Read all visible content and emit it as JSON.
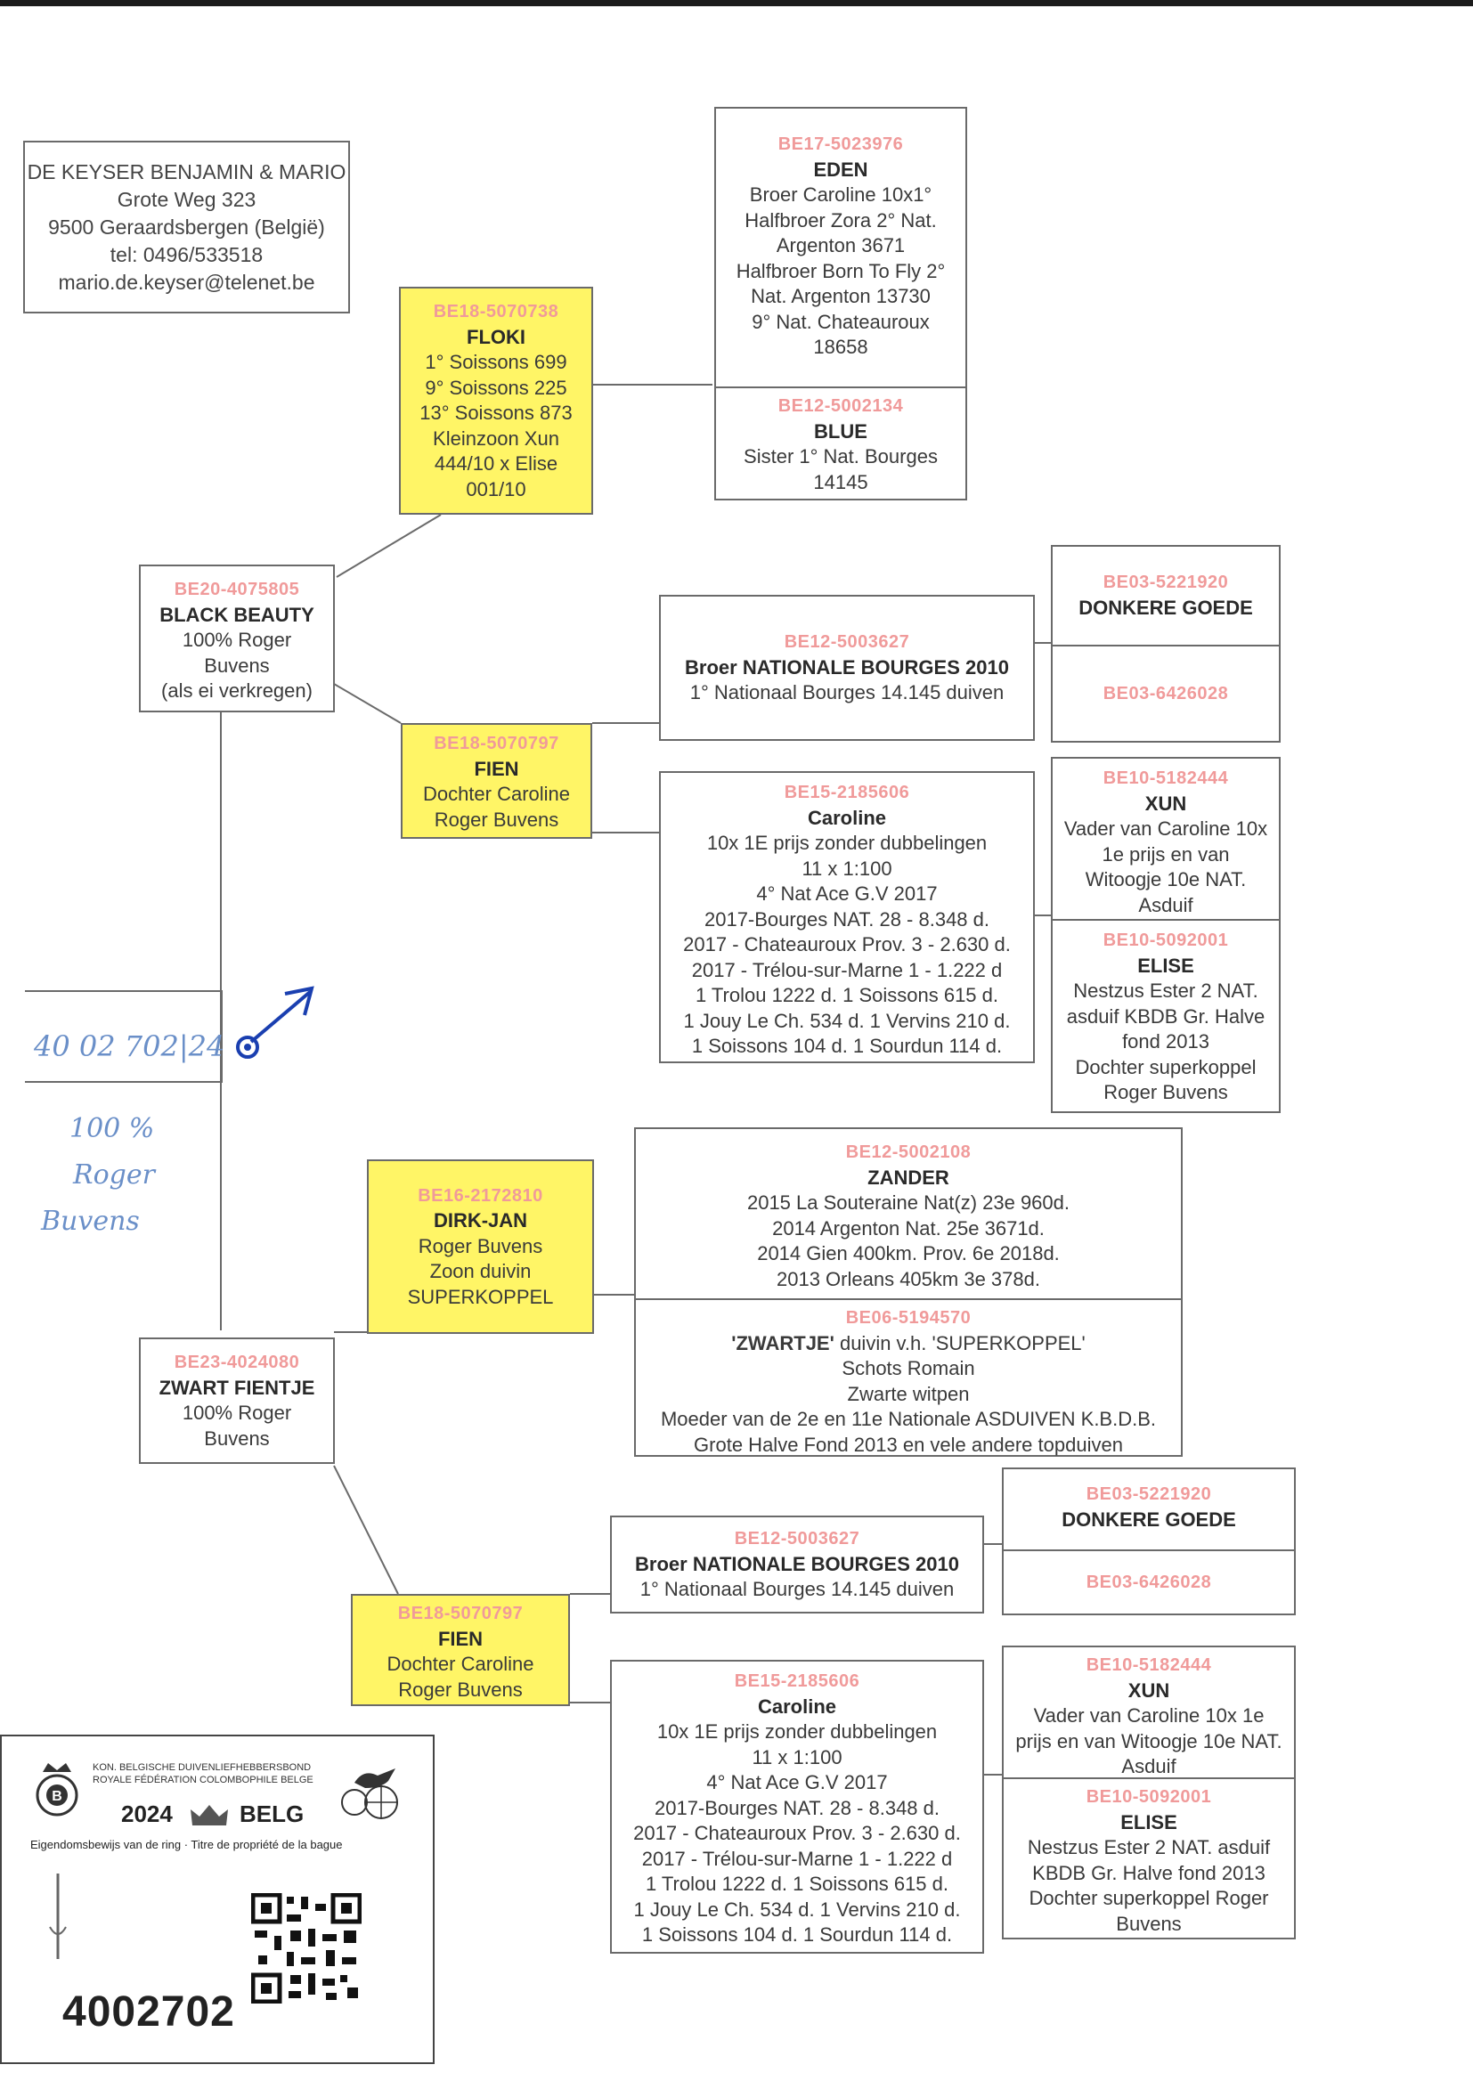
{
  "breeder": {
    "name": "DE KEYSER BENJAMIN & MARIO",
    "street": "Grote Weg 323",
    "city": "9500 Geraardsbergen (België)",
    "tel": "tel: 0496/533518",
    "email": "mario.de.keyser@telenet.be"
  },
  "pigeons": {
    "floki": {
      "ring": "BE18-5070738",
      "name": "FLOKI",
      "lines": [
        "1° Soissons 699",
        "9° Soissons 225",
        "13° Soissons 873",
        "Kleinzoon Xun",
        "444/10 x Elise",
        "001/10"
      ]
    },
    "eden": {
      "ring": "BE17-5023976",
      "name": "EDEN",
      "lines": [
        "Broer Caroline  10x1°",
        "Halfbroer Zora 2° Nat.",
        "Argenton 3671",
        "Halfbroer Born To Fly 2°",
        "Nat. Argenton 13730",
        "9° Nat. Chateauroux",
        "18658"
      ]
    },
    "blue": {
      "ring": "BE12-5002134",
      "name": "BLUE",
      "lines": [
        "Sister 1° Nat. Bourges",
        "14145"
      ]
    },
    "black_beauty": {
      "ring": "BE20-4075805",
      "name": "BLACK BEAUTY",
      "lines": [
        "100% Roger",
        "Buvens",
        "(als ei verkregen)"
      ]
    },
    "broer_nat_1": {
      "ring": "BE12-5003627",
      "name": "Broer NATIONALE BOURGES 2010",
      "lines": [
        "1° Nationaal Bourges 14.145 duiven"
      ]
    },
    "donkere_goede_1": {
      "ring": "BE03-5221920",
      "name": "DONKERE GOEDE",
      "ring2": "BE03-6426028"
    },
    "fien_1": {
      "ring": "BE18-5070797",
      "name": "FIEN",
      "lines": [
        "Dochter Caroline",
        "Roger Buvens"
      ]
    },
    "caroline_1": {
      "ring": "BE15-2185606",
      "name": "Caroline",
      "lines": [
        "10x 1E prijs zonder dubbelingen",
        "11 x 1:100",
        "4° Nat Ace G.V 2017",
        "2017-Bourges NAT. 28 - 8.348 d.",
        "2017 - Chateauroux Prov. 3 - 2.630 d.",
        "2017 - Trélou-sur-Marne 1 - 1.222 d",
        "1 Trolou 1222 d. 1 Soissons 615 d.",
        "1 Jouy Le Ch. 534 d. 1 Vervins 210 d.",
        "1 Soissons 104 d.  1 Sourdun 114 d."
      ]
    },
    "xun_1": {
      "ring": "BE10-5182444",
      "name": "XUN",
      "lines": [
        "Vader van Caroline 10x",
        "1e prijs en van",
        "Witoogje 10e NAT.",
        "Asduif"
      ]
    },
    "elise_1": {
      "ring": "BE10-5092001",
      "name": "ELISE",
      "lines": [
        "Nestzus Ester 2 NAT.",
        "asduif KBDB Gr. Halve",
        "fond 2013",
        "Dochter superkoppel",
        "Roger Buvens"
      ]
    },
    "dirk_jan": {
      "ring": "BE16-2172810",
      "name": "DIRK-JAN",
      "lines": [
        "Roger Buvens",
        "Zoon duivin",
        "SUPERKOPPEL"
      ]
    },
    "zander": {
      "ring": "BE12-5002108",
      "name": "ZANDER",
      "lines": [
        "2015 La Souteraine Nat(z) 23e 960d.",
        "2014 Argenton Nat. 25e 3671d.",
        "2014 Gien 400km. Prov. 6e 2018d.",
        "2013 Orleans 405km 3e 378d."
      ]
    },
    "zwartje": {
      "ring": "BE06-5194570",
      "name": "'ZWARTJE'",
      "name_suffix": " duivin v.h. 'SUPERKOPPEL'",
      "lines": [
        "Schots Romain",
        "Zwarte witpen",
        "Moeder van de 2e en 11e Nationale ASDUIVEN K.B.D.B.",
        "Grote Halve Fond 2013 en vele andere topduiven"
      ]
    },
    "zwart_fientje": {
      "ring": "BE23-4024080",
      "name": "ZWART FIENTJE",
      "lines": [
        "100% Roger",
        "Buvens"
      ]
    },
    "broer_nat_2": {
      "ring": "BE12-5003627",
      "name": "Broer NATIONALE BOURGES 2010",
      "lines": [
        "1° Nationaal Bourges 14.145 duiven"
      ]
    },
    "donkere_goede_2": {
      "ring": "BE03-5221920",
      "name": "DONKERE GOEDE",
      "ring2": "BE03-6426028"
    },
    "fien_2": {
      "ring": "BE18-5070797",
      "name": "FIEN",
      "lines": [
        "Dochter Caroline",
        "Roger Buvens"
      ]
    },
    "caroline_2": {
      "ring": "BE15-2185606",
      "name": "Caroline",
      "lines": [
        "10x 1E prijs zonder dubbelingen",
        "11 x 1:100",
        "4° Nat Ace G.V 2017",
        "2017-Bourges NAT. 28 - 8.348 d.",
        "2017 - Chateauroux Prov. 3 - 2.630 d.",
        "2017 - Trélou-sur-Marne 1 - 1.222 d",
        "1 Trolou 1222 d. 1 Soissons 615 d.",
        "1 Jouy Le Ch. 534 d. 1 Vervins 210 d.",
        "1 Soissons 104 d.  1 Sourdun 114 d."
      ]
    },
    "xun_2": {
      "ring": "BE10-5182444",
      "name": "XUN",
      "lines": [
        "Vader van Caroline 10x 1e",
        "prijs en van Witoogje 10e NAT.",
        "Asduif"
      ]
    },
    "elise_2": {
      "ring": "BE10-5092001",
      "name": "ELISE",
      "lines": [
        "Nestzus Ester 2 NAT. asduif",
        "KBDB Gr. Halve fond 2013",
        "Dochter superkoppel Roger",
        "Buvens"
      ]
    }
  },
  "handwriting": {
    "ring": "40 02 702|24",
    "line1": "100 %",
    "line2": "Roger",
    "line3": "Buvens"
  },
  "ring_card": {
    "org_nl": "KON. BELGISCHE DUIVENLIEFHEBBERSBOND",
    "org_fr": "ROYALE FÉDÉRATION COLOMBOPHILE BELGE",
    "year": "2024",
    "country": "BELG",
    "caption": "Eigendomsbewijs van de ring · Titre de propriété de la bague",
    "number": "4002702"
  },
  "colors": {
    "highlight": "#fff566",
    "ring_number": "#f09a9a",
    "border": "#6a6a6a",
    "ink": "#6a8fc8",
    "pen": "#1a3fb0"
  },
  "icons": [
    "crown-logo-icon",
    "pigeon-logo-icon",
    "arrow-annotation-icon",
    "ring-pin-icon",
    "qr-code-icon"
  ]
}
